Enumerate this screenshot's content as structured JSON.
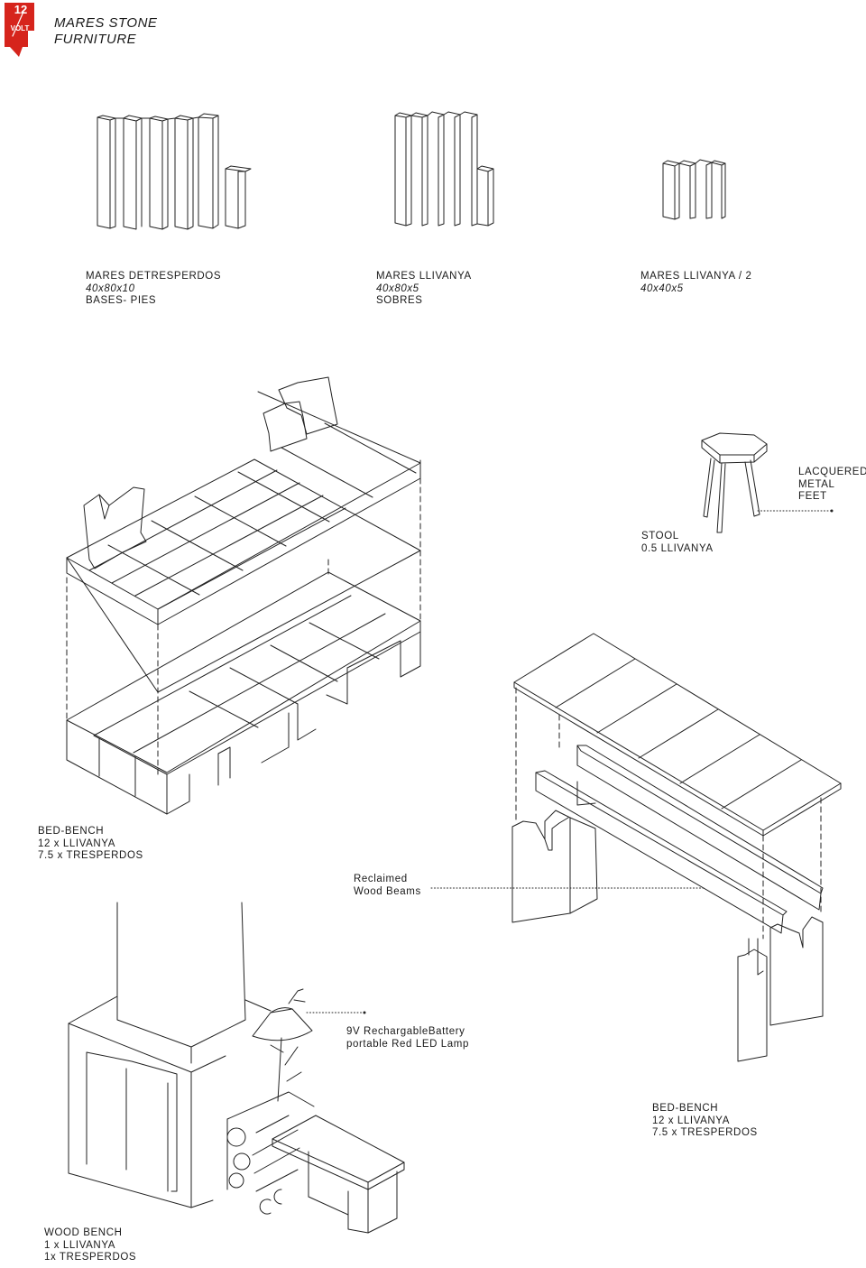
{
  "brand": {
    "logo_number": "12",
    "logo_text": "VOLT",
    "color": "#d6241c"
  },
  "title": {
    "line1": "MARES STONE",
    "line2": "FURNITURE"
  },
  "materials": [
    {
      "name": "MARES DETRESPERDOS",
      "dims": "40x80x10",
      "use": "BASES- PIES"
    },
    {
      "name": "MARES LLIVANYA",
      "dims": "40x80x5",
      "use": "SOBRES"
    },
    {
      "name": "MARES LLIVANYA / 2",
      "dims": "40x40x5",
      "use": ""
    }
  ],
  "callouts": {
    "feet": [
      "LACQUERED",
      "METAL",
      "FEET"
    ],
    "stool": [
      "STOOL",
      "0.5 LLIVANYA"
    ],
    "beams": [
      "Reclaimed",
      "Wood Beams"
    ],
    "lamp": [
      "9V RechargableBattery",
      "portable Red LED Lamp"
    ]
  },
  "furniture": {
    "bed_bench_1": [
      "BED-BENCH",
      "12 x LLIVANYA",
      "7.5 x TRESPERDOS"
    ],
    "bed_bench_2": [
      "BED-BENCH",
      "12 x LLIVANYA",
      "7.5 x TRESPERDOS"
    ],
    "wood_bench": [
      "WOOD BENCH",
      "1 x LLIVANYA",
      "1x TRESPERDOS"
    ]
  }
}
